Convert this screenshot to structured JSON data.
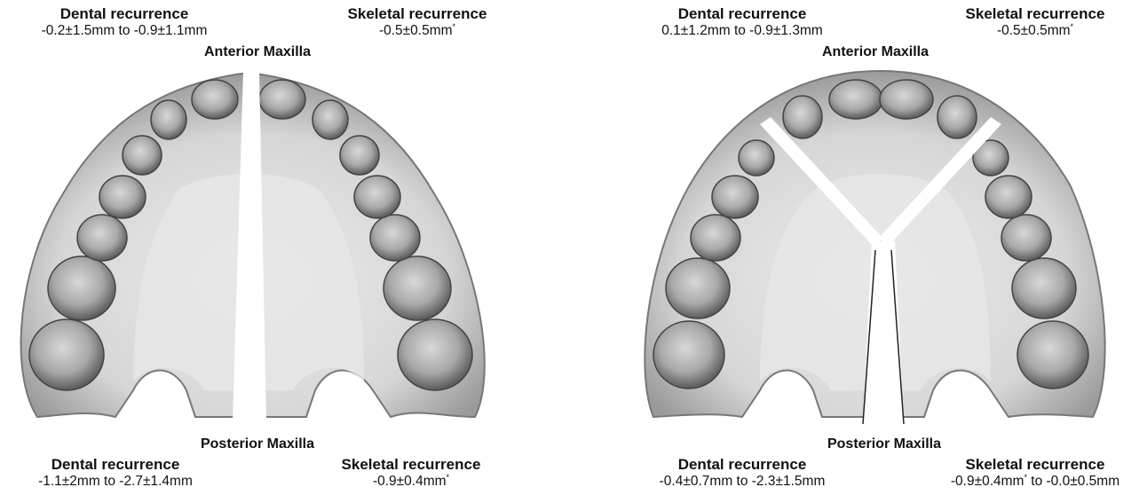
{
  "panels": [
    {
      "anterior_label": "Anterior Maxilla",
      "posterior_label": "Posterior Maxilla",
      "top_left": {
        "heading": "Dental recurrence",
        "value": "-0.2±1.5mm to -0.9±1.1mm"
      },
      "top_right": {
        "heading": "Skeletal recurrence",
        "value": "-0.5±0.5mm",
        "sup": "*"
      },
      "bottom_left": {
        "heading": "Dental recurrence",
        "value": "-1.1±2mm to -2.7±1.4mm"
      },
      "bottom_right": {
        "heading": "Skeletal recurrence",
        "value": "-0.9±0.4mm",
        "sup": "*"
      }
    },
    {
      "anterior_label": "Anterior Maxilla",
      "posterior_label": "Posterior Maxilla",
      "top_left": {
        "heading": "Dental recurrence",
        "value": "0.1±1.2mm to -0.9±1.3mm"
      },
      "top_right": {
        "heading": "Skeletal recurrence",
        "value": "-0.5±0.5mm",
        "sup": "*"
      },
      "bottom_left": {
        "heading": "Dental recurrence",
        "value": "-0.4±0.7mm to -2.3±1.5mm"
      },
      "bottom_right": {
        "heading": "Skeletal recurrence",
        "value": "-0.9±0.4mm",
        "sup": "*",
        "value_suffix": " to -0.0±0.5mm"
      }
    }
  ]
}
